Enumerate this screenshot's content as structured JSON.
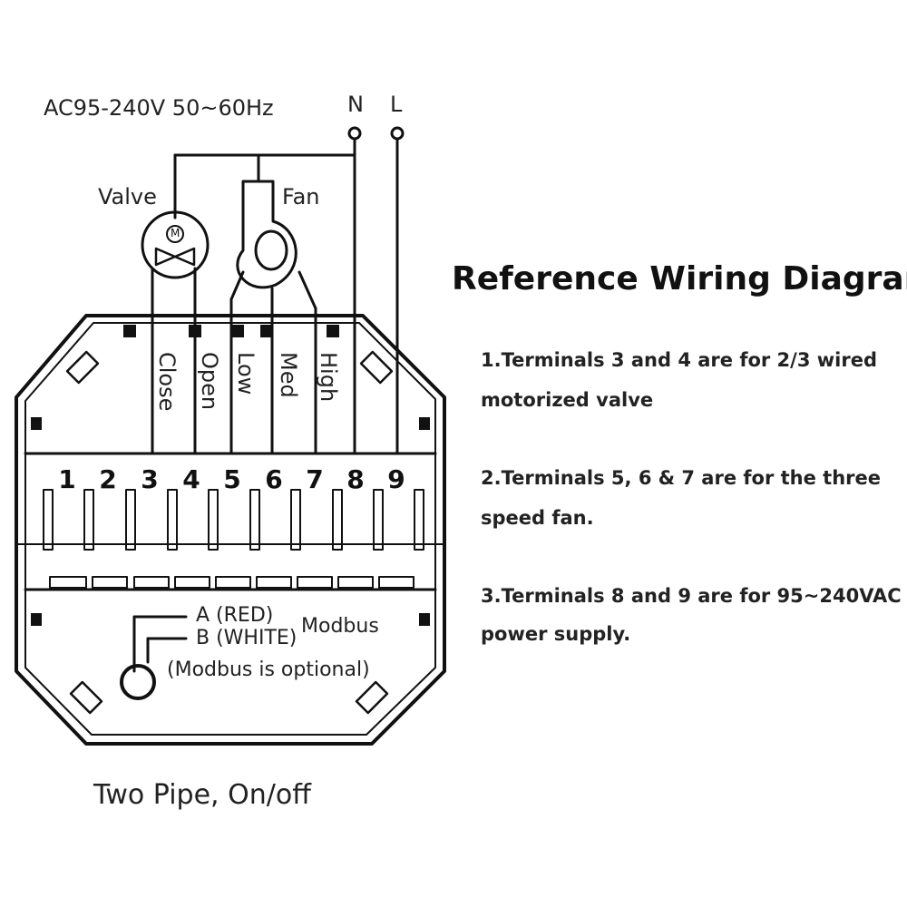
{
  "supply_label": "AC95-240V  50~60Hz",
  "neutral_label": "N",
  "live_label": "L",
  "valve_label": "Valve",
  "valve_motor_letter": "M",
  "fan_label": "Fan",
  "title": "Reference Wiring Diagram",
  "notes": [
    {
      "line1": "1.Terminals 3 and 4 are for 2/3 wired",
      "line2": "motorized valve"
    },
    {
      "line1": "2.Terminals 5, 6 & 7 are for the three",
      "line2": "speed fan."
    },
    {
      "line1": "3.Terminals 8 and 9 are for 95~240VAC",
      "line2": "power supply."
    }
  ],
  "terminals": [
    "1",
    "2",
    "3",
    "4",
    "5",
    "6",
    "7",
    "8",
    "9"
  ],
  "wire_labels": {
    "close": "Close",
    "open": "Open",
    "low": "Low",
    "med": "Med",
    "high": "High"
  },
  "modbus": {
    "a": "A (RED)",
    "b": "B (WHITE)",
    "label": "Modbus",
    "optional": "(Modbus is optional)"
  },
  "caption": "Two Pipe, On/off"
}
